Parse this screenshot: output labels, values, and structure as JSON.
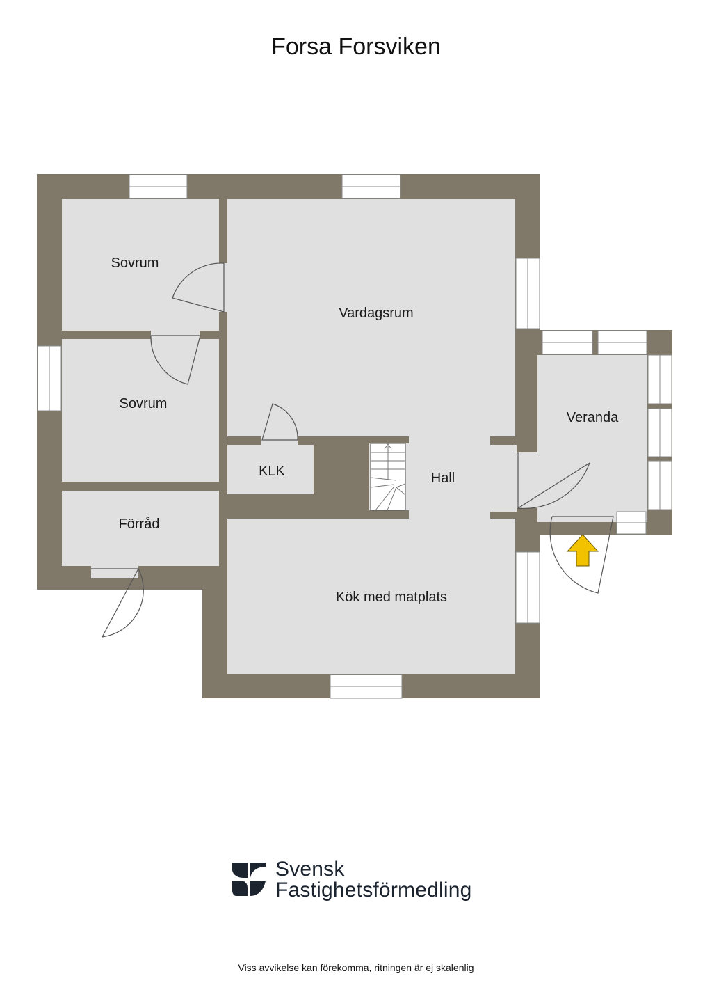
{
  "title": "Forsa Forsviken",
  "rooms": {
    "sovrum_top": "Sovrum",
    "sovrum_bottom": "Sovrum",
    "vardagsrum": "Vardagsrum",
    "veranda": "Veranda",
    "klk": "KLK",
    "hall": "Hall",
    "forrad": "Förråd",
    "kok": "Kök med matplats"
  },
  "logo": {
    "line1": "Svensk",
    "line2": "Fastighetsförmedling"
  },
  "disclaimer": "Viss avvikelse kan förekomma, ritningen är ej skalenlig",
  "colors": {
    "wall": "#807969",
    "floor": "#e0e0e0",
    "window": "#ffffff",
    "entrance_arrow": "#f2c200",
    "logo": "#1c2430"
  },
  "icons": {
    "entrance": "entrance-arrow-icon",
    "stairs": "stairs-icon",
    "logo": "svensk-fastighetsformedling-logo-icon"
  }
}
